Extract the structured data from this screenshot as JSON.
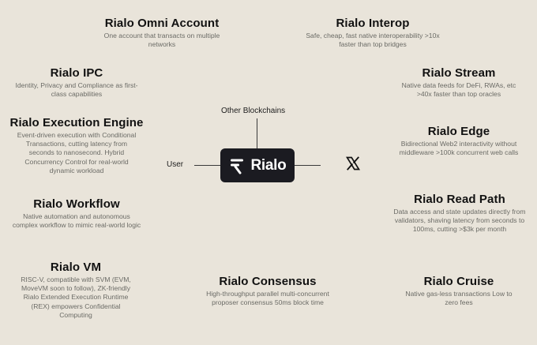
{
  "center": {
    "brand": "Rialo",
    "top_label": "Other Blockchains",
    "left_label": "User",
    "right_icon": "x-logo-icon"
  },
  "blocks": {
    "omni": {
      "title": "Rialo Omni Account",
      "desc": "One account that transacts on multiple networks"
    },
    "interop": {
      "title": "Rialo Interop",
      "desc": "Safe, cheap, fast native interoperability >10x faster than top bridges"
    },
    "ipc": {
      "title": "Rialo IPC",
      "desc": "Identity, Privacy and Compliance as first-class capabilities"
    },
    "stream": {
      "title": "Rialo Stream",
      "desc": "Native data feeds for DeFi, RWAs, etc >40x faster than top oracles"
    },
    "exec": {
      "title": "Rialo Execution Engine",
      "desc": "Event-driven execution with Conditional Transactions, cutting latency from seconds to nanosecond. Hybrid Concurrency Control for real-world dynamic workload"
    },
    "edge": {
      "title": "Rialo Edge",
      "desc": "Bidirectional Web2 interactivity without middleware >100k concurrent web calls"
    },
    "workflow": {
      "title": "Rialo Workflow",
      "desc": "Native automation and autonomous complex workflow to mimic real-world logic"
    },
    "readpath": {
      "title": "Rialo Read Path",
      "desc": "Data access and state updates directly from validators, shaving latency from seconds to 100ms, cutting >$3k per month"
    },
    "vm": {
      "title": "Rialo VM",
      "desc": "RISC-V, compatible with SVM (EVM, MoveVM soon to follow), ZK-friendly Rialo Extended Execution Runtime (REX) empowers Confidential Computing"
    },
    "consensus": {
      "title": "Rialo Consensus",
      "desc": "High-throughput parallel multi-concurrent proposer consensus 50ms block time"
    },
    "cruise": {
      "title": "Rialo Cruise",
      "desc": "Native gas-less transactions Low to zero fees"
    }
  }
}
